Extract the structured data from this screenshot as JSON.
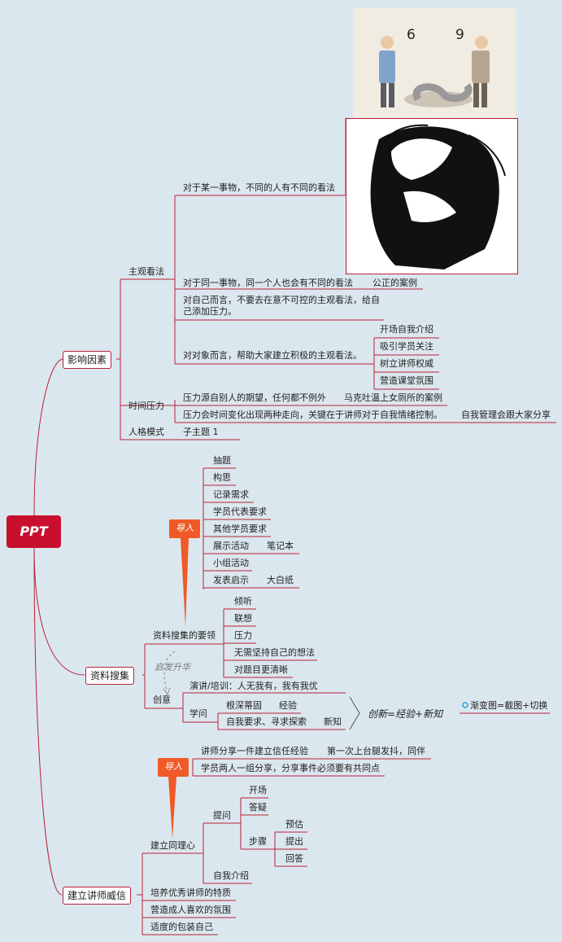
{
  "root": {
    "label": "PPT"
  },
  "colors": {
    "branch": "#b9203a",
    "root": "#c8102e",
    "callout": "#ef5a28",
    "background": "#dbe7ee"
  },
  "influence": {
    "label": "影响因素",
    "subjective": {
      "label": "主观看法",
      "item1": "对于某一事物，不同的人有不同的看法",
      "item2": "对于同一事物，同一个人也会有不同的看法",
      "item2_child": "公正的案例",
      "item3": "对自己而言，不要去在意不可控的主观看法，给自己添加压力。",
      "item4": "对对象而言，帮助大家建立积极的主观看法。",
      "item4_children": [
        "开场自我介绍",
        "吸引学员关注",
        "树立讲师权威",
        "营造课堂氛围"
      ],
      "image1_text_left": "6",
      "image1_text_right": "9"
    },
    "time": {
      "label": "时间压力",
      "item1": "压力源自别人的期望，任何都不例外",
      "item1_child": "马克吐温上女厕所的案例",
      "item2": "压力会时间变化出现两种走向，关键在于讲师对于自我情绪控制。",
      "item2_child": "自我管理会跟大家分享"
    },
    "personality": {
      "label": "人格模式",
      "child": "子主题 1"
    }
  },
  "research": {
    "label": "资料搜集",
    "callout": "导入",
    "intro_items": [
      "抽题",
      "构思",
      "记录需求",
      "学员代表要求",
      "其他学员要求",
      "展示活动",
      "小组活动",
      "发表启示"
    ],
    "show_child": "笔记本",
    "insight_child": "大白纸",
    "essentials": {
      "label": "资料搜集的要领",
      "items": [
        "倾听",
        "联想",
        "压力",
        "无需坚持自己的想法",
        "对题目更清晰"
      ]
    },
    "relation_label": "启发升华",
    "creative": {
      "label": "创意",
      "speech": "演讲/培训：人无我有，我有我优",
      "learning": "学问",
      "root_item": "根深蒂固",
      "root_child": "经验",
      "self_item": "自我要求、寻求探索",
      "self_child": "新知",
      "summary": "创新=经验+新知",
      "summary_child": "渐变图=截图+切换"
    }
  },
  "authority": {
    "label": "建立讲师威信",
    "callout": "导入",
    "share1": "讲师分享一件建立信任经验",
    "share1_child": "第一次上台腿发抖，同伴",
    "share2": "学员两人一组分享，分享事件必须要有共同点",
    "empathy": {
      "label": "建立同理心",
      "ask": "提问",
      "ask_items": [
        "开场",
        "答疑"
      ],
      "steps": "步骤",
      "steps_items": [
        "预估",
        "提出",
        "回答"
      ],
      "intro": "自我介绍"
    },
    "others": [
      "培养优秀讲师的特质",
      "营造成人喜欢的氛围",
      "适度的包装自己"
    ]
  }
}
